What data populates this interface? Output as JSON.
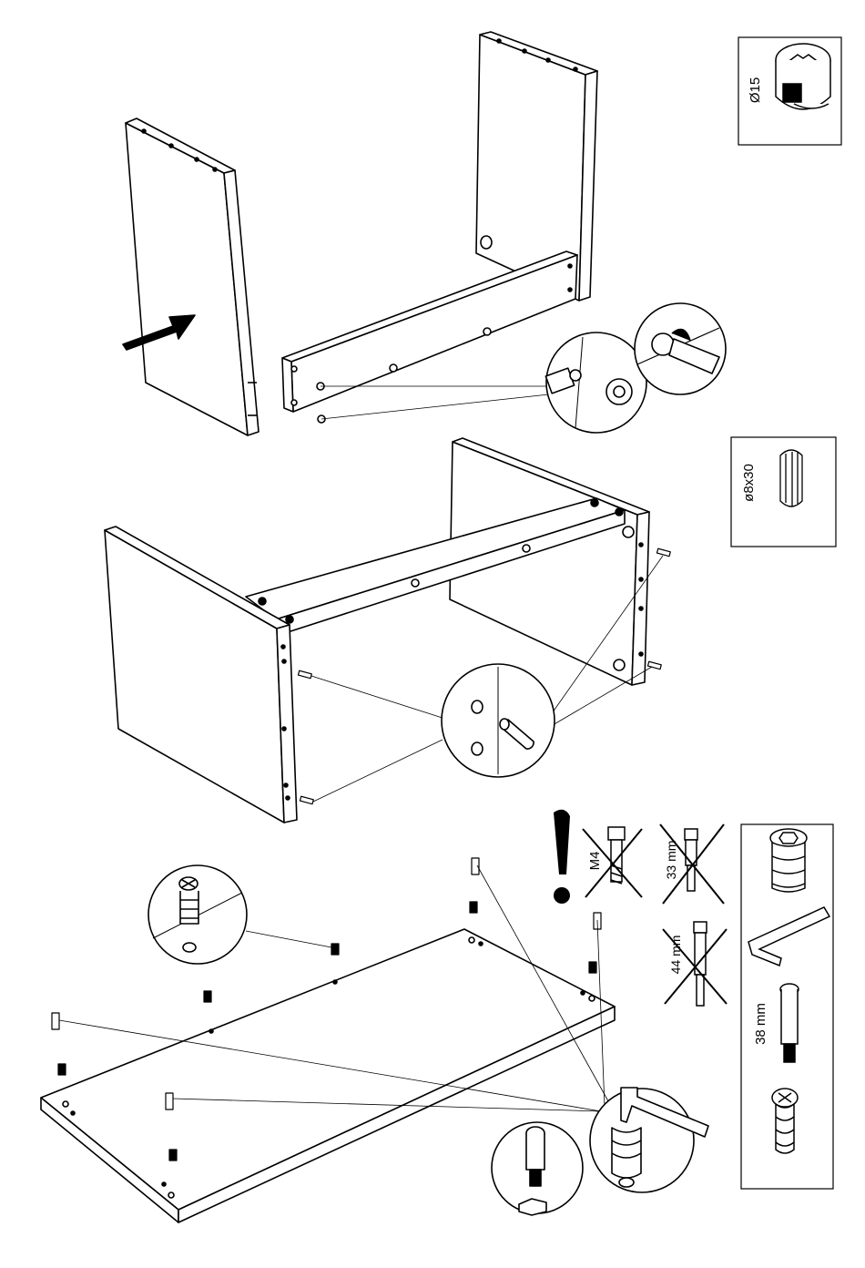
{
  "parts": {
    "cam_lock": {
      "label": "Ø15",
      "icon": "cam-lock-icon"
    },
    "dowel": {
      "label": "ø8x30",
      "icon": "wood-dowel-icon"
    },
    "screws": {
      "wrong_m4": {
        "label": "M4",
        "icon": "m4-screw-icon"
      },
      "wrong_33": {
        "label": "33 mm",
        "icon": "33mm-bolt-icon"
      },
      "wrong_44": {
        "label": "44 mm",
        "icon": "44mm-bolt-icon"
      },
      "correct_38": {
        "label": "38 mm",
        "icon": "38mm-bolt-icon"
      }
    }
  },
  "warning": {
    "symbol": "!"
  },
  "colors": {
    "ink": "#000000",
    "paper": "#ffffff",
    "line": "#111111"
  }
}
